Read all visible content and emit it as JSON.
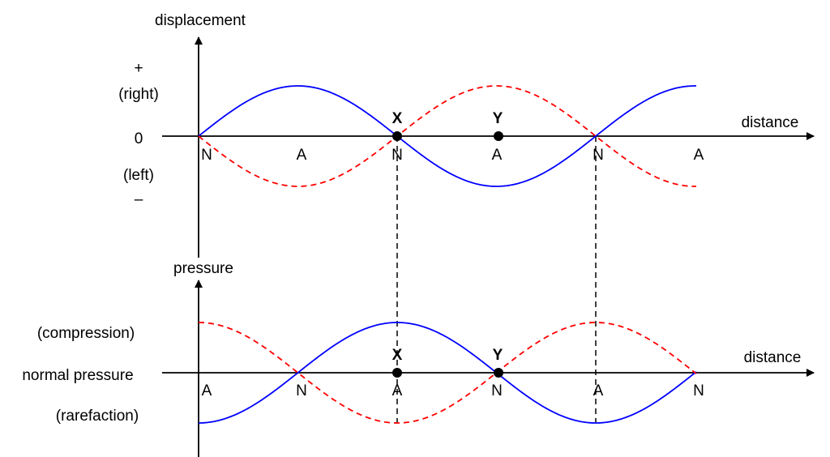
{
  "colors": {
    "solid_wave": "#0000ff",
    "dashed_wave": "#ff0000",
    "axis": "#000000"
  },
  "top": {
    "ylabel": "displacement",
    "xlabel": "distance",
    "y_ticks": [
      "+",
      "(right)",
      "0",
      "(left)",
      "–"
    ],
    "points": [
      "N",
      "A",
      "N",
      "A",
      "N",
      "A"
    ],
    "markers": [
      "X",
      "Y"
    ]
  },
  "bottom": {
    "ylabel": "pressure",
    "xlabel": "distance",
    "y_ticks": [
      "(compression)",
      "normal pressure",
      "(rarefaction)"
    ],
    "points": [
      "A",
      "N",
      "A",
      "N",
      "A",
      "N"
    ],
    "markers": [
      "X",
      "Y"
    ]
  }
}
